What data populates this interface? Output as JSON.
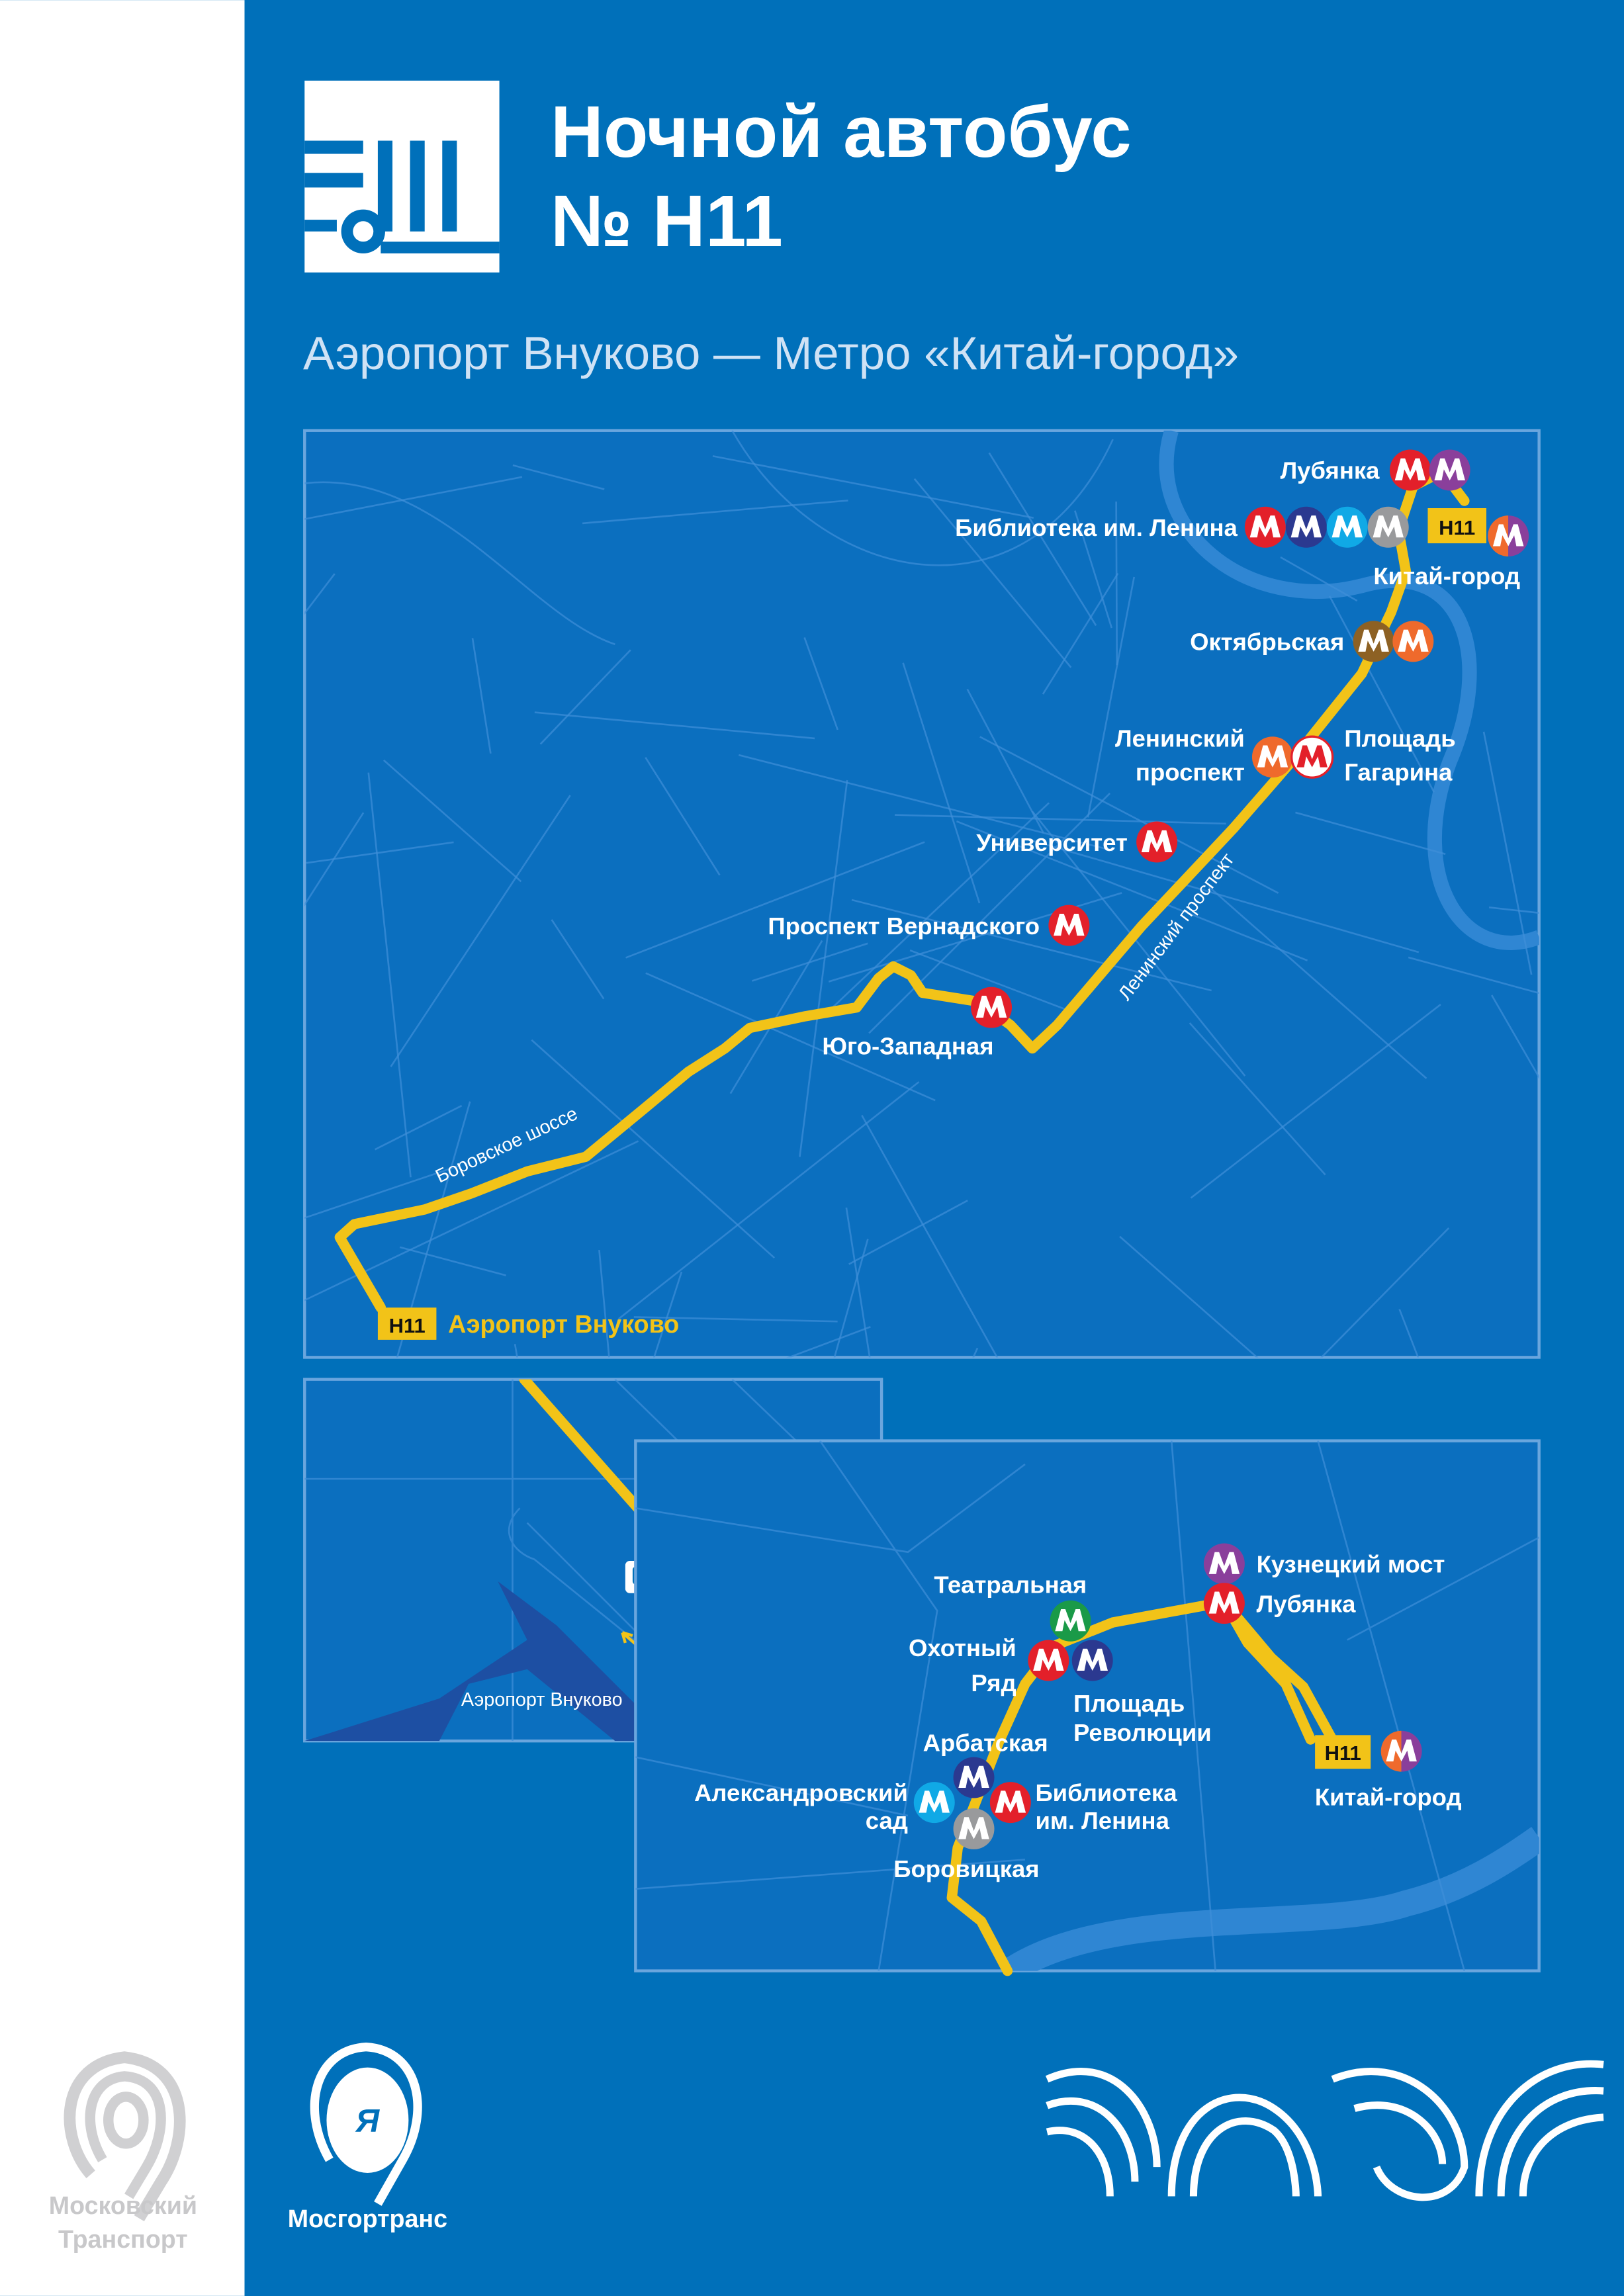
{
  "header": {
    "title_line1": "Ночной автобус",
    "title_line2": "№ Н11",
    "subtitle": "Аэропорт Внуково — Метро «Китай-город»"
  },
  "route_number": "Н11",
  "colors": {
    "background": "#0070ba",
    "route": "#f2c318",
    "red": "#e3202a",
    "purple": "#8a3f9b",
    "darkblue": "#2b3990",
    "lightblue": "#10a9e6",
    "grey": "#999a9c",
    "orange": "#ef6a2c",
    "brown": "#8d6124",
    "green": "#1a9a48"
  },
  "main_map": {
    "stations": {
      "lubyanka": "Лубянка",
      "biblioteka": "Библиотека им. Ленина",
      "kitay_gorod": "Китай-город",
      "oktyabrskaya": "Октябрьская",
      "leninsky_1": "Ленинский",
      "leninsky_2": "проспект",
      "gagarina_1": "Площадь",
      "gagarina_2": "Гагарина",
      "universitet": "Университет",
      "vernadskogo": "Проспект Вернадского",
      "yugo_zapadnaya": "Юго-Западная"
    },
    "terminus": "Аэропорт Внуково",
    "roads": {
      "borovskoe": "Боровское шоссе",
      "leninsky": "Ленинский проспект"
    }
  },
  "inset_airport": {
    "label": "Аэропорт Внуково"
  },
  "inset_center": {
    "stations": {
      "kuznetsky": "Кузнецкий мост",
      "lubyanka": "Лубянка",
      "teatralnaya": "Театральная",
      "okhotny_1": "Охотный",
      "okhotny_2": "Ряд",
      "revolutsii_1": "Площадь",
      "revolutsii_2": "Революции",
      "arbatskaya": "Арбатская",
      "alexandrovsky_1": "Александровский",
      "alexandrovsky_2": "сад",
      "biblioteka_1": "Библиотека",
      "biblioteka_2": "им. Ленина",
      "borovitskaya": "Боровицкая",
      "kitay_gorod": "Китай-город"
    }
  },
  "footer": {
    "moscow_transport_1": "Московский",
    "moscow_transport_2": "Транспорт",
    "mosgortrans": "Мосгортранс"
  }
}
